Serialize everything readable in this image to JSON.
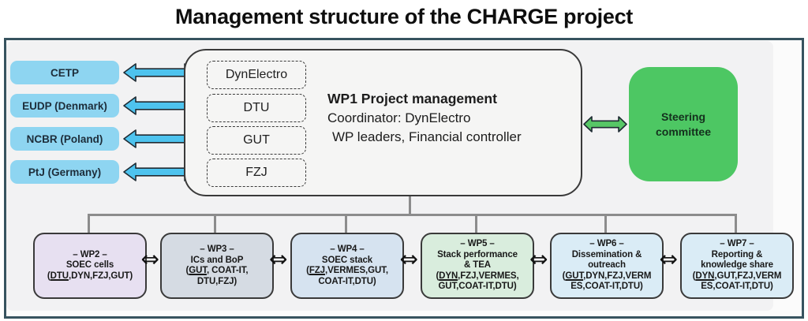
{
  "title": "Management structure of the CHARGE project",
  "funders": [
    {
      "label": "CETP"
    },
    {
      "label": "EUDP (Denmark)"
    },
    {
      "label": "NCBR (Poland)"
    },
    {
      "label": "PtJ (Germany)"
    }
  ],
  "wp1": {
    "partners": [
      "DynElectro",
      "DTU",
      "GUT",
      "FZJ"
    ],
    "heading": "WP1 Project management",
    "coordinator_line": "Coordinator: DynElectro",
    "leaders_line": "WP leaders, Financial controller"
  },
  "steering": {
    "label": "Steering committee"
  },
  "work_packages": [
    {
      "id": "– WP2 –",
      "name_lines": [
        "SOEC cells"
      ],
      "lead": "DTU",
      "partners_rest": ",DYN,FZJ,GUT)",
      "partners_line2": "",
      "fill": "#e7e0f1"
    },
    {
      "id": "– WP3 –",
      "name_lines": [
        "ICs and BoP"
      ],
      "lead": "GUT",
      "partners_rest": ", COAT-IT,",
      "partners_line2": "DTU,FZJ)",
      "fill": "#d5dbe3"
    },
    {
      "id": "– WP4 –",
      "name_lines": [
        "SOEC stack"
      ],
      "lead": "FZJ",
      "partners_rest": ",VERMES,GUT,",
      "partners_line2": "COAT-IT,DTU)",
      "fill": "#d6e3f0"
    },
    {
      "id": "– WP5 –",
      "name_lines": [
        "Stack performance",
        "& TEA"
      ],
      "lead": "DYN",
      "partners_rest": ",FZJ,VERMES,",
      "partners_line2": "GUT,COAT-IT,DTU)",
      "fill": "#d9eddd"
    },
    {
      "id": "– WP6 –",
      "name_lines": [
        "Dissemination &",
        "outreach"
      ],
      "lead": "GUT",
      "partners_rest": ",DYN,FZJ,VERM",
      "partners_line2": "ES,COAT-IT,DTU)",
      "fill": "#daecf6"
    },
    {
      "id": "– WP7 –",
      "name_lines": [
        "Reporting &",
        "knowledge share"
      ],
      "lead": "DYN",
      "partners_rest": ",GUT,FZJ,VERM",
      "partners_line2": "ES,COAT-IT,DTU)",
      "fill": "#daecf6"
    }
  ],
  "icons": {
    "funder_link": "double-arrow-icon",
    "steering_link": "double-arrow-icon",
    "wp_link": "double-arrow-icon"
  },
  "colors": {
    "frame_border": "#37535f",
    "canvas_bg": "#f2f2f3",
    "funder_box": "#8ed5f1",
    "funder_arrow": "#4ec3ee",
    "central_fill": "#f5f5f4",
    "central_border": "#3a3a3a",
    "steering_fill": "#4dc763",
    "steering_arrow": "#57c766",
    "connector": "#8c8c8c"
  }
}
